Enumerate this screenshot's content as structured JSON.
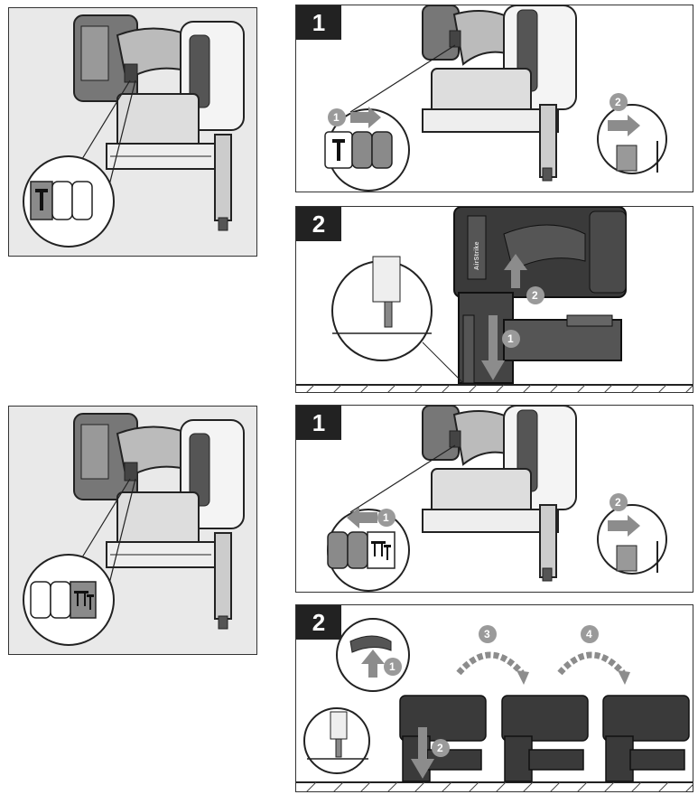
{
  "panels": {
    "single_overview": {
      "icon": "single-nail-mode"
    },
    "single_step1": {
      "step": "1",
      "badges": [
        "1",
        "2"
      ]
    },
    "single_step2": {
      "step": "2",
      "badges": [
        "1",
        "2"
      ],
      "brand": "AirStrike"
    },
    "bump_overview": {
      "icon": "bump-fire-mode"
    },
    "bump_step1": {
      "step": "1",
      "badges": [
        "1",
        "2"
      ]
    },
    "bump_step2": {
      "step": "2",
      "badges": [
        "1",
        "2",
        "3",
        "4"
      ]
    }
  },
  "colors": {
    "step_bg": "#222222",
    "badge": "#9a9a9a",
    "arrow": "#8c8c8c",
    "tool": "#3a3a3a",
    "panel_bg": "#e9e9e9"
  }
}
